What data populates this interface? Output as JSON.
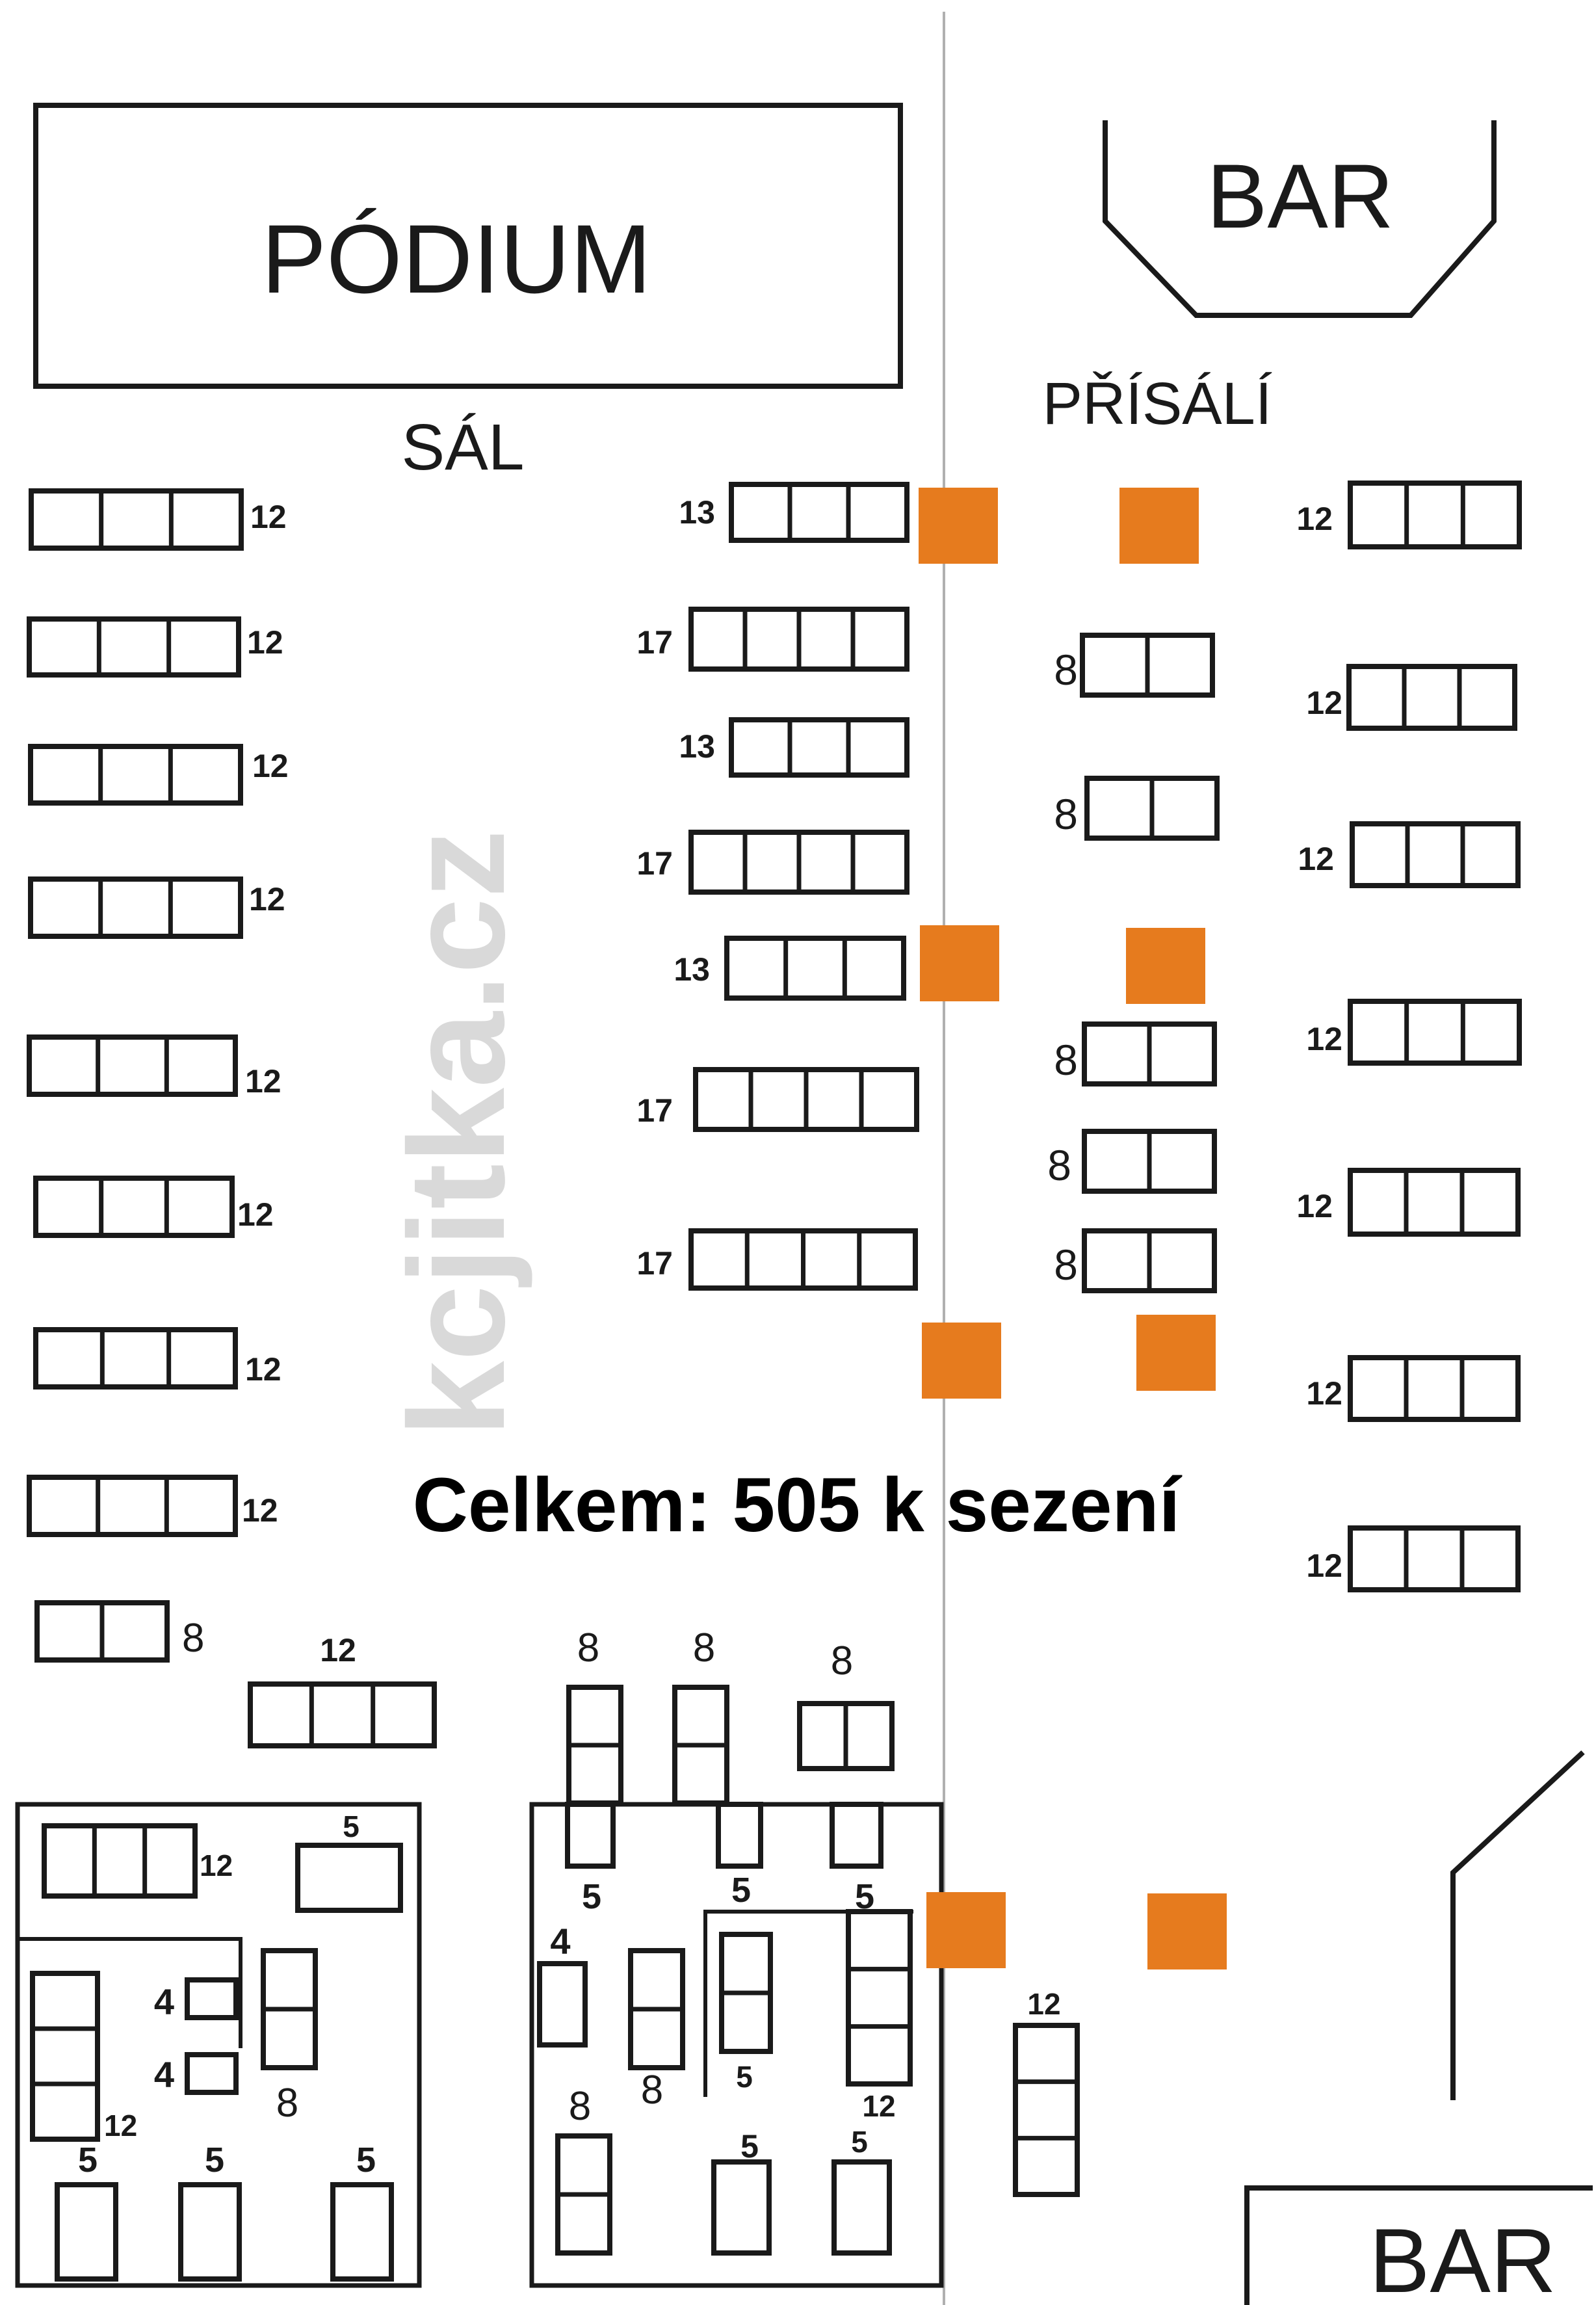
{
  "labels": {
    "podium": "PÓDIUM",
    "bar_top": "BAR",
    "bar_bottom": "BAR",
    "sal": "SÁL",
    "prisali": "PŘÍSÁLÍ",
    "total": "Celkem: 505 k sezení",
    "watermark": "kcjitka.cz"
  },
  "colors": {
    "line": "#1a1a1a",
    "pillar": "#e67b1e",
    "divider": "#b0b0b0",
    "watermark": "#d9d9d9"
  },
  "tables": [
    {
      "id": "sal-l1",
      "cells": 3,
      "dir": "h",
      "seats": "12"
    },
    {
      "id": "sal-l2",
      "cells": 3,
      "dir": "h",
      "seats": "12"
    },
    {
      "id": "sal-l3",
      "cells": 3,
      "dir": "h",
      "seats": "12"
    },
    {
      "id": "sal-l4",
      "cells": 3,
      "dir": "h",
      "seats": "12"
    },
    {
      "id": "sal-l5",
      "cells": 3,
      "dir": "h",
      "seats": "12"
    },
    {
      "id": "sal-l6",
      "cells": 3,
      "dir": "h",
      "seats": "12"
    },
    {
      "id": "sal-l7",
      "cells": 3,
      "dir": "h",
      "seats": "12"
    },
    {
      "id": "sal-l8",
      "cells": 3,
      "dir": "h",
      "seats": "12"
    },
    {
      "id": "sal-l9",
      "cells": 2,
      "dir": "h",
      "seats": "8"
    },
    {
      "id": "sal-l10",
      "cells": 3,
      "dir": "h",
      "seats": "12"
    },
    {
      "id": "sal-m1",
      "cells": 3,
      "dir": "h",
      "seats": "13"
    },
    {
      "id": "sal-m2",
      "cells": 4,
      "dir": "h",
      "seats": "17"
    },
    {
      "id": "sal-m3",
      "cells": 3,
      "dir": "h",
      "seats": "13"
    },
    {
      "id": "sal-m4",
      "cells": 4,
      "dir": "h",
      "seats": "17"
    },
    {
      "id": "sal-m5",
      "cells": 3,
      "dir": "h",
      "seats": "13"
    },
    {
      "id": "sal-m6",
      "cells": 4,
      "dir": "h",
      "seats": "17"
    },
    {
      "id": "sal-m7",
      "cells": 4,
      "dir": "h",
      "seats": "17"
    },
    {
      "id": "pri-c1",
      "cells": 2,
      "dir": "h",
      "seats": "8"
    },
    {
      "id": "pri-c2",
      "cells": 2,
      "dir": "h",
      "seats": "8"
    },
    {
      "id": "pri-c3",
      "cells": 2,
      "dir": "h",
      "seats": "8"
    },
    {
      "id": "pri-c4",
      "cells": 2,
      "dir": "h",
      "seats": "8"
    },
    {
      "id": "pri-c5",
      "cells": 2,
      "dir": "h",
      "seats": "8"
    },
    {
      "id": "pri-r1",
      "cells": 3,
      "dir": "h",
      "seats": "12"
    },
    {
      "id": "pri-r2",
      "cells": 3,
      "dir": "h",
      "seats": "12"
    },
    {
      "id": "pri-r3",
      "cells": 3,
      "dir": "h",
      "seats": "12"
    },
    {
      "id": "pri-r4",
      "cells": 3,
      "dir": "h",
      "seats": "12"
    },
    {
      "id": "pri-r5",
      "cells": 3,
      "dir": "h",
      "seats": "12"
    },
    {
      "id": "pri-r6",
      "cells": 3,
      "dir": "h",
      "seats": "12"
    },
    {
      "id": "pri-r7",
      "cells": 3,
      "dir": "h",
      "seats": "12"
    },
    {
      "id": "bot-v1",
      "cells": 2,
      "dir": "v",
      "seats": "8"
    },
    {
      "id": "bot-v2",
      "cells": 2,
      "dir": "v",
      "seats": "8"
    },
    {
      "id": "bot-h1",
      "cells": 2,
      "dir": "h",
      "seats": "8"
    },
    {
      "id": "bl-h",
      "cells": 3,
      "dir": "h",
      "seats": "12"
    },
    {
      "id": "bl-s5",
      "cells": 1,
      "dir": "h",
      "seats": "5"
    },
    {
      "id": "bl-v12",
      "cells": 3,
      "dir": "v",
      "seats": "12"
    },
    {
      "id": "bl-s4a",
      "cells": 1,
      "dir": "h",
      "seats": "4"
    },
    {
      "id": "bl-s4b",
      "cells": 1,
      "dir": "h",
      "seats": "4"
    },
    {
      "id": "bl-v8",
      "cells": 2,
      "dir": "v",
      "seats": "8"
    },
    {
      "id": "bl-b1",
      "cells": 1,
      "dir": "v",
      "seats": "5"
    },
    {
      "id": "bl-b2",
      "cells": 1,
      "dir": "v",
      "seats": "5"
    },
    {
      "id": "bl-b3",
      "cells": 1,
      "dir": "v",
      "seats": "5"
    },
    {
      "id": "bm-t1",
      "cells": 1,
      "dir": "v",
      "seats": "5"
    },
    {
      "id": "bm-t2",
      "cells": 1,
      "dir": "v",
      "seats": "5"
    },
    {
      "id": "bm-t3",
      "cells": 1,
      "dir": "v",
      "seats": "5"
    },
    {
      "id": "bm-s4",
      "cells": 1,
      "dir": "v",
      "seats": "4"
    },
    {
      "id": "bm-v8a",
      "cells": 2,
      "dir": "v",
      "seats": "8"
    },
    {
      "id": "bm-v5",
      "cells": 2,
      "dir": "v",
      "seats": "5"
    },
    {
      "id": "bm-v12",
      "cells": 3,
      "dir": "v",
      "seats": "12"
    },
    {
      "id": "bm-v8b",
      "cells": 2,
      "dir": "v",
      "seats": "8"
    },
    {
      "id": "bm-b5a",
      "cells": 1,
      "dir": "v",
      "seats": "5"
    },
    {
      "id": "bm-b5b",
      "cells": 1,
      "dir": "v",
      "seats": "5"
    },
    {
      "id": "br-v12",
      "cells": 3,
      "dir": "v",
      "seats": "12"
    }
  ]
}
